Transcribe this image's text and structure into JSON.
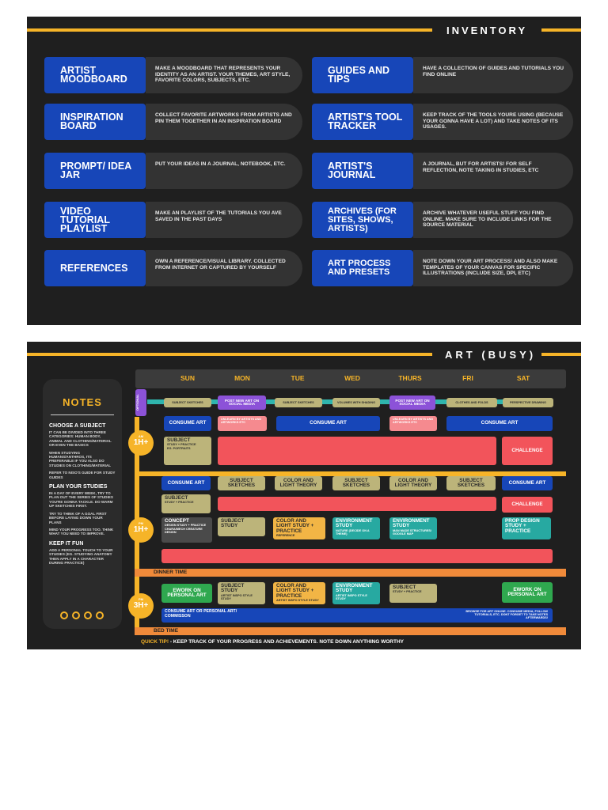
{
  "inventory": {
    "title": "INVENTORY",
    "items": [
      {
        "label": "ARTIST MOODBOARD",
        "desc": "MAKE A MOODBOARD THAT REPRESENTS YOUR IDENTITY AS AN ARTIST. YOUR THEMES, ART STYLE, FAVORITE COLORS, SUBJECTS, ETC."
      },
      {
        "label": "INSPIRATION BOARD",
        "desc": "COLLECT FAVORITE ARTWORKS FROM ARTISTS AND PIN THEM TOGETHER IN AN INSPIRATION BOARD"
      },
      {
        "label": "PROMPT/ IDEA JAR",
        "desc": "PUT YOUR IDEAS IN A JOURNAL, NOTEBOOK, ETC."
      },
      {
        "label": "VIDEO TUTORIAL PLAYLIST",
        "desc": "MAKE AN PLAYLIST OF THE TUTORIALS YOU AVE SAVED IN THE PAST DAYS"
      },
      {
        "label": "REFERENCES",
        "desc": "OWN A REFERENCE/VISUAL LIBRARY. COLLECTED FROM INTERNET OR CAPTURED BY YOURSELF"
      },
      {
        "label": "GUIDES AND TIPS",
        "desc": "HAVE A COLLECTION OF GUIDES AND TUTORIALS YOU FIND ONLINE"
      },
      {
        "label": "ARTIST'S TOOL TRACKER",
        "desc": "KEEP TRACK OF THE TOOLS YOURE USING (BECAUSE YOUR GONNA HAVE A LOT) AND TAKE NOTES OF ITS USAGES."
      },
      {
        "label": "ARTIST'S JOURNAL",
        "desc": "A JOURNAL, BUT FOR ARTISTS! FOR SELF REFLECTION, NOTE TAKING IN STUDIES, ETC"
      },
      {
        "label": "ARCHIVES (FOR SITES, SHOWS, ARTISTS)",
        "desc": "ARCHIVE WHATEVER USEFUL STUFF YOU FIND ONLINE. MAKE SURE TO INCLUDE LINKS FOR THE SOURCE MATERIAL"
      },
      {
        "label": "ART PROCESS AND PRESETS",
        "desc": "NOTE DOWN YOUR ART PROCESS! AND ALSO MAKE TEMPLATES OF YOUR CANVAS FOR SPECIFIC ILLUSTRATIONS (INCLUDE SIZE, DPI, ETC)"
      }
    ]
  },
  "art": {
    "title": "ART (BUSY)",
    "days": [
      "SUN",
      "MON",
      "TUE",
      "WED",
      "THURS",
      "FRI",
      "SAT"
    ],
    "optional": "OPTIONAL",
    "notes": {
      "title": "NOTES",
      "s1_title": "CHOOSE A SUBJECT",
      "s1_p1": "IT CAN BE DIVIDED INTO THREE CATEGORIES: HUMAN BODY, ANIMAL AND CLOTHING/MATERIAL OR EVEN THE BASICS",
      "s1_p2": "WHEN STUDYING HUMANS/ANTHROS, ITS PREFERABLE IF YOU ALSO DO STUDIES ON CLOTHING/MATERIAL",
      "s1_p3": "REFER TO NISO'S GUIDE FOR STUDY GUIDES",
      "s2_title": "PLAN YOUR STUDIES",
      "s2_p1": "IN A DAY OF EVERY WEEK, TRY TO PLAN OUT THE SERIES OF STUDIES YOU'RE GONNA TACKLE. DO WARM UP SKETCHES FIRST.",
      "s2_p2": "TRY TO THINK OF A GOAL FIRST BEFORE LAYING DOWN YOUR PLANS",
      "s2_p3": "MIND YOUR PROGRESS TOO. THINK WHAT YOU NEED TO IMPROVE.",
      "s3_title": "KEEP IT FUN",
      "s3_p1": "ADD A PERSONAL TOUCH TO YOUR STUDIES (EG. STUDYING ANATOMY THEN APPLY IN A CHARACTER DURING PRACTICE)"
    },
    "badges": {
      "am": {
        "top": "AM",
        "main": "1H+"
      },
      "pm": {
        "top": "PM",
        "main": "1H+"
      },
      "pm2": {
        "top": "PM",
        "main": "3H+"
      }
    },
    "blocks": {
      "subject_sketches": "SUBJECT SKETCHES",
      "post_new_art": "POST NEW ART ON SOCIAL MEDIA",
      "volumes_shading": "VOLUMES WITH SHADING",
      "clothes_folds": "CLOTHES AND FOLDS",
      "perspective_drawing": "PERSPECTIVE DRAWING",
      "consume_art": "CONSUME ART",
      "unlearn_sub": "UNLEARN BY ARTISTS AND ARTWORKS ETC",
      "subject_study": "SUBJECT",
      "study_practice": "STUDY + PRACTICE",
      "eg_portraits": "EG. PORTRAITS",
      "challenge": "CHALLENGE",
      "color_light_theory": "COLOR AND LIGHT THEORY",
      "concept": "CONCEPT",
      "design_study": "DESIGN STUDY + PRACTICE",
      "concept_sub": "CHARA/MECH CREATURE DESIGN",
      "subject_study2": "SUBJECT STUDY",
      "color_light_sp": "COLOR AND LIGHT STUDY + PRACTICE",
      "reference": "REFERENCE",
      "environment_study": "ENVIRONMENT STUDY",
      "env_sub1": "NATURE (DECIDE ON A THEME)",
      "env_sub2": "MAN MADE STRUCTURES/ GOOGLE MAP",
      "prop_design": "PROP DESIGN STUDY + PRACTICE",
      "dinner_time": "DINNER TIME",
      "ework": "EWORK ON PERSONAL ART",
      "artist_inspo": "ARTIST INSPO STYLE STUDY",
      "consume_art_personal": "CONSUME ART OR PERSONAL ART/ COMMISSON",
      "browse_note": "BROWSE FOR ART ONLINE. CONSUME MEDIA, FOLLOW TUTORIALS, ETC. DONT FORGET TO TAKE NOTES AFTERWARDS!",
      "bed_time": "BED TIME"
    },
    "tip_label": "QUICK TIP!",
    "tip_text": " - KEEP TRACK OF YOUR PROGRESS AND ACHIEVEMENTS. NOTE DOWN ANYTHING WORTHY"
  }
}
